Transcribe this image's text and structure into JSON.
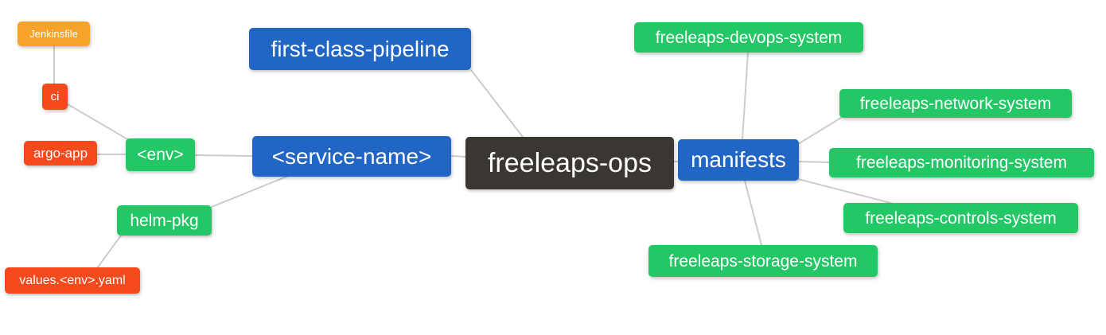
{
  "diagram": {
    "title": "freeleaps-ops mind map",
    "nodes": {
      "jenkinsfile": {
        "label": "Jenkinsfile",
        "color": "#f7a32a"
      },
      "ci": {
        "label": "ci",
        "color": "#f54a1d"
      },
      "argo_app": {
        "label": "argo-app",
        "color": "#f54a1d"
      },
      "env": {
        "label": "<env>",
        "color": "#23c765"
      },
      "helm_pkg": {
        "label": "helm-pkg",
        "color": "#23c765"
      },
      "values_env_yaml": {
        "label": "values.<env>.yaml",
        "color": "#f54a1d"
      },
      "first_class_pipeline": {
        "label": "first-class-pipeline",
        "color": "#2166c4"
      },
      "service_name": {
        "label": "<service-name>",
        "color": "#2166c4"
      },
      "freeleaps_ops": {
        "label": "freeleaps-ops",
        "color": "#3a3632"
      },
      "manifests": {
        "label": "manifests",
        "color": "#2166c4"
      },
      "devops_system": {
        "label": "freeleaps-devops-system",
        "color": "#23c765"
      },
      "network_system": {
        "label": "freeleaps-network-system",
        "color": "#23c765"
      },
      "monitoring_system": {
        "label": "freeleaps-monitoring-system",
        "color": "#23c765"
      },
      "controls_system": {
        "label": "freeleaps-controls-system",
        "color": "#23c765"
      },
      "storage_system": {
        "label": "freeleaps-storage-system",
        "color": "#23c765"
      }
    },
    "edges": [
      {
        "from": "Jenkinsfile",
        "to": "ci"
      },
      {
        "from": "ci",
        "to": "<env>"
      },
      {
        "from": "argo-app",
        "to": "<env>"
      },
      {
        "from": "<env>",
        "to": "<service-name>"
      },
      {
        "from": "helm-pkg",
        "to": "<service-name>"
      },
      {
        "from": "values.<env>.yaml",
        "to": "helm-pkg"
      },
      {
        "from": "first-class-pipeline",
        "to": "freeleaps-ops"
      },
      {
        "from": "<service-name>",
        "to": "freeleaps-ops"
      },
      {
        "from": "freeleaps-ops",
        "to": "manifests"
      },
      {
        "from": "manifests",
        "to": "freeleaps-devops-system"
      },
      {
        "from": "manifests",
        "to": "freeleaps-network-system"
      },
      {
        "from": "manifests",
        "to": "freeleaps-monitoring-system"
      },
      {
        "from": "manifests",
        "to": "freeleaps-controls-system"
      },
      {
        "from": "manifests",
        "to": "freeleaps-storage-system"
      }
    ],
    "palette": {
      "blue": "#2166c4",
      "green": "#23c765",
      "red": "#f54a1d",
      "orange": "#f7a32a",
      "dark": "#3a3632",
      "edge_line": "#cccccc",
      "node_text": "#ffffff",
      "background": "#ffffff"
    }
  }
}
